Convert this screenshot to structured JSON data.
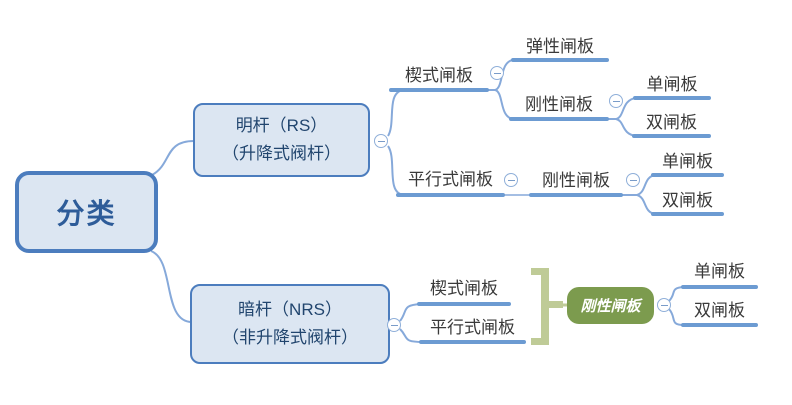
{
  "colors": {
    "accent": "#4C7DBE",
    "node-fill": "#DCE6F2",
    "line-blue": "#6C9BD2",
    "curve-blue": "#86A9DA",
    "label-text": "#3A3A3A",
    "box-text": "#21456E",
    "root-text": "#2E5C99",
    "summary-green": "#BFCB97",
    "highlight-green": "#7C9B4E",
    "highlight-text": "#FFFFFF"
  },
  "mindmap": {
    "root": "分类",
    "rs": {
      "line1": "明杆（RS）",
      "line2": "（升降式阀杆）"
    },
    "nrs": {
      "line1": "暗杆（NRS）",
      "line2": "（非升降式阀杆）"
    },
    "nodes": {
      "rs_wedge": "楔式闸板",
      "rs_wedge_elastic": "弹性闸板",
      "rs_wedge_rigid": "刚性闸板",
      "rs_wedge_rigid_single": "单闸板",
      "rs_wedge_rigid_double": "双闸板",
      "rs_parallel": "平行式闸板",
      "rs_parallel_rigid": "刚性闸板",
      "rs_parallel_rigid_single": "单闸板",
      "rs_parallel_rigid_double": "双闸板",
      "nrs_wedge": "楔式闸板",
      "nrs_parallel": "平行式闸板",
      "summary_rigid": "刚性闸板",
      "summary_single": "单闸板",
      "summary_double": "双闸板"
    }
  }
}
